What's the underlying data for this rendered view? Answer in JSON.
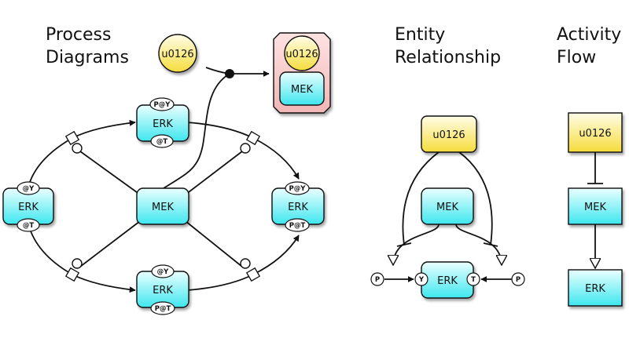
{
  "titles": {
    "process_line1": "Process",
    "process_line2": "Diagrams",
    "entity_line1": "Entity",
    "entity_line2": "Relationship",
    "activity_line1": "Activity",
    "activity_line2": "Flow"
  },
  "process": {
    "inhibitor": "u0126",
    "complex_inhibitor": "u0126",
    "complex_mek": "MEK",
    "mek": "MEK",
    "erk_left": {
      "label": "ERK",
      "state_top": "@Y",
      "state_bottom": "@T"
    },
    "erk_top": {
      "label": "ERK",
      "state_top": "P@Y",
      "state_bottom": "@T"
    },
    "erk_bottom": {
      "label": "ERK",
      "state_top": "@Y",
      "state_bottom": "P@T"
    },
    "erk_right": {
      "label": "ERK",
      "state_top": "P@Y",
      "state_bottom": "P@T"
    }
  },
  "entity": {
    "inhibitor": "u0126",
    "mek": "MEK",
    "erk": "ERK",
    "site_y": "Y",
    "site_t": "T",
    "p_left": "P",
    "p_right": "P"
  },
  "activity": {
    "inhibitor": "u0126",
    "mek": "MEK",
    "erk": "ERK"
  },
  "colors": {
    "cyan_light": "#e6ffff",
    "cyan": "#44e8f0",
    "yellow_light": "#fffbe0",
    "yellow": "#f8e04a",
    "complex_pink": "#f7c8c8"
  }
}
